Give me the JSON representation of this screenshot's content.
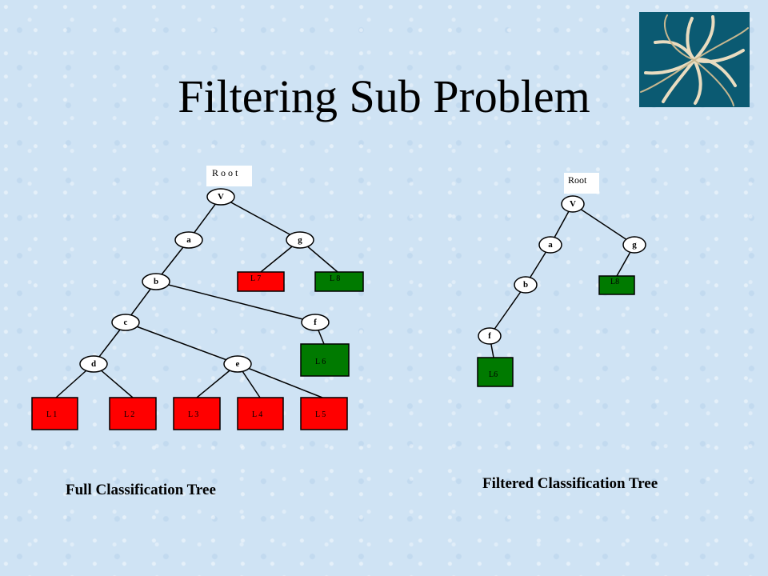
{
  "title": "Filtering Sub Problem",
  "colors": {
    "leaf_red": "#ff0000",
    "leaf_green": "#007a00",
    "background": "#cfe3f4",
    "logo_bg": "#0b5a72"
  },
  "full_tree": {
    "caption": "Full Classification Tree",
    "root": "R o o t",
    "nodes": [
      "V",
      "a",
      "g",
      "b",
      "c",
      "f",
      "d",
      "e"
    ],
    "leaves": [
      "L 7",
      "L 8",
      "L 6",
      "L 1",
      "L 2",
      "L 3",
      "L 4",
      "L 5"
    ]
  },
  "filtered_tree": {
    "caption": "Filtered Classification Tree",
    "root": "Root",
    "nodes": [
      "V",
      "a",
      "g",
      "b",
      "f"
    ],
    "leaves": [
      "L8",
      "L6"
    ]
  }
}
